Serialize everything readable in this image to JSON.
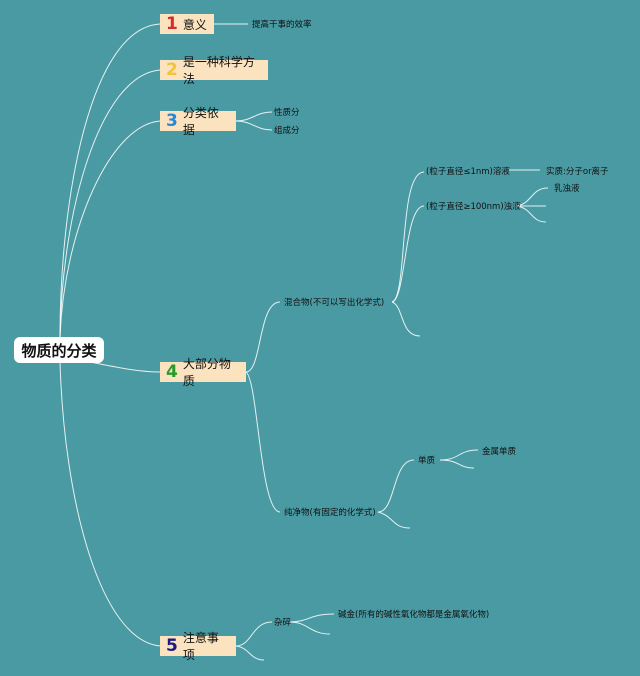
{
  "root": {
    "label": "物质的分类"
  },
  "topics": [
    {
      "num": "1",
      "label": "意义",
      "color": "#d62b2b"
    },
    {
      "num": "2",
      "label": "是一种科学方法",
      "color": "#f2c23a"
    },
    {
      "num": "3",
      "label": "分类依据",
      "color": "#2b87d6"
    },
    {
      "num": "4",
      "label": "大部分物质",
      "color": "#2a9a2a"
    },
    {
      "num": "5",
      "label": "注意事项",
      "color": "#1b1b80"
    }
  ],
  "labels": {
    "t1_a": "提高干事的效率",
    "t3_a": "性质分",
    "t3_b": "组成分",
    "mix": "混合物(不可以写出化学式)",
    "sol": "(粒子直径≤1nm)溶液",
    "sol_c": "实质:分子or离子",
    "col": "(粒子直径≥100nm)浊液",
    "col_c": "乳浊液",
    "pure": "纯净物(有固定的化学式)",
    "elem": "单质",
    "metal": "金属单质",
    "misc": "杂碎",
    "misc_c": "碱金(所有的碱性氧化物都是金属氧化物)"
  }
}
